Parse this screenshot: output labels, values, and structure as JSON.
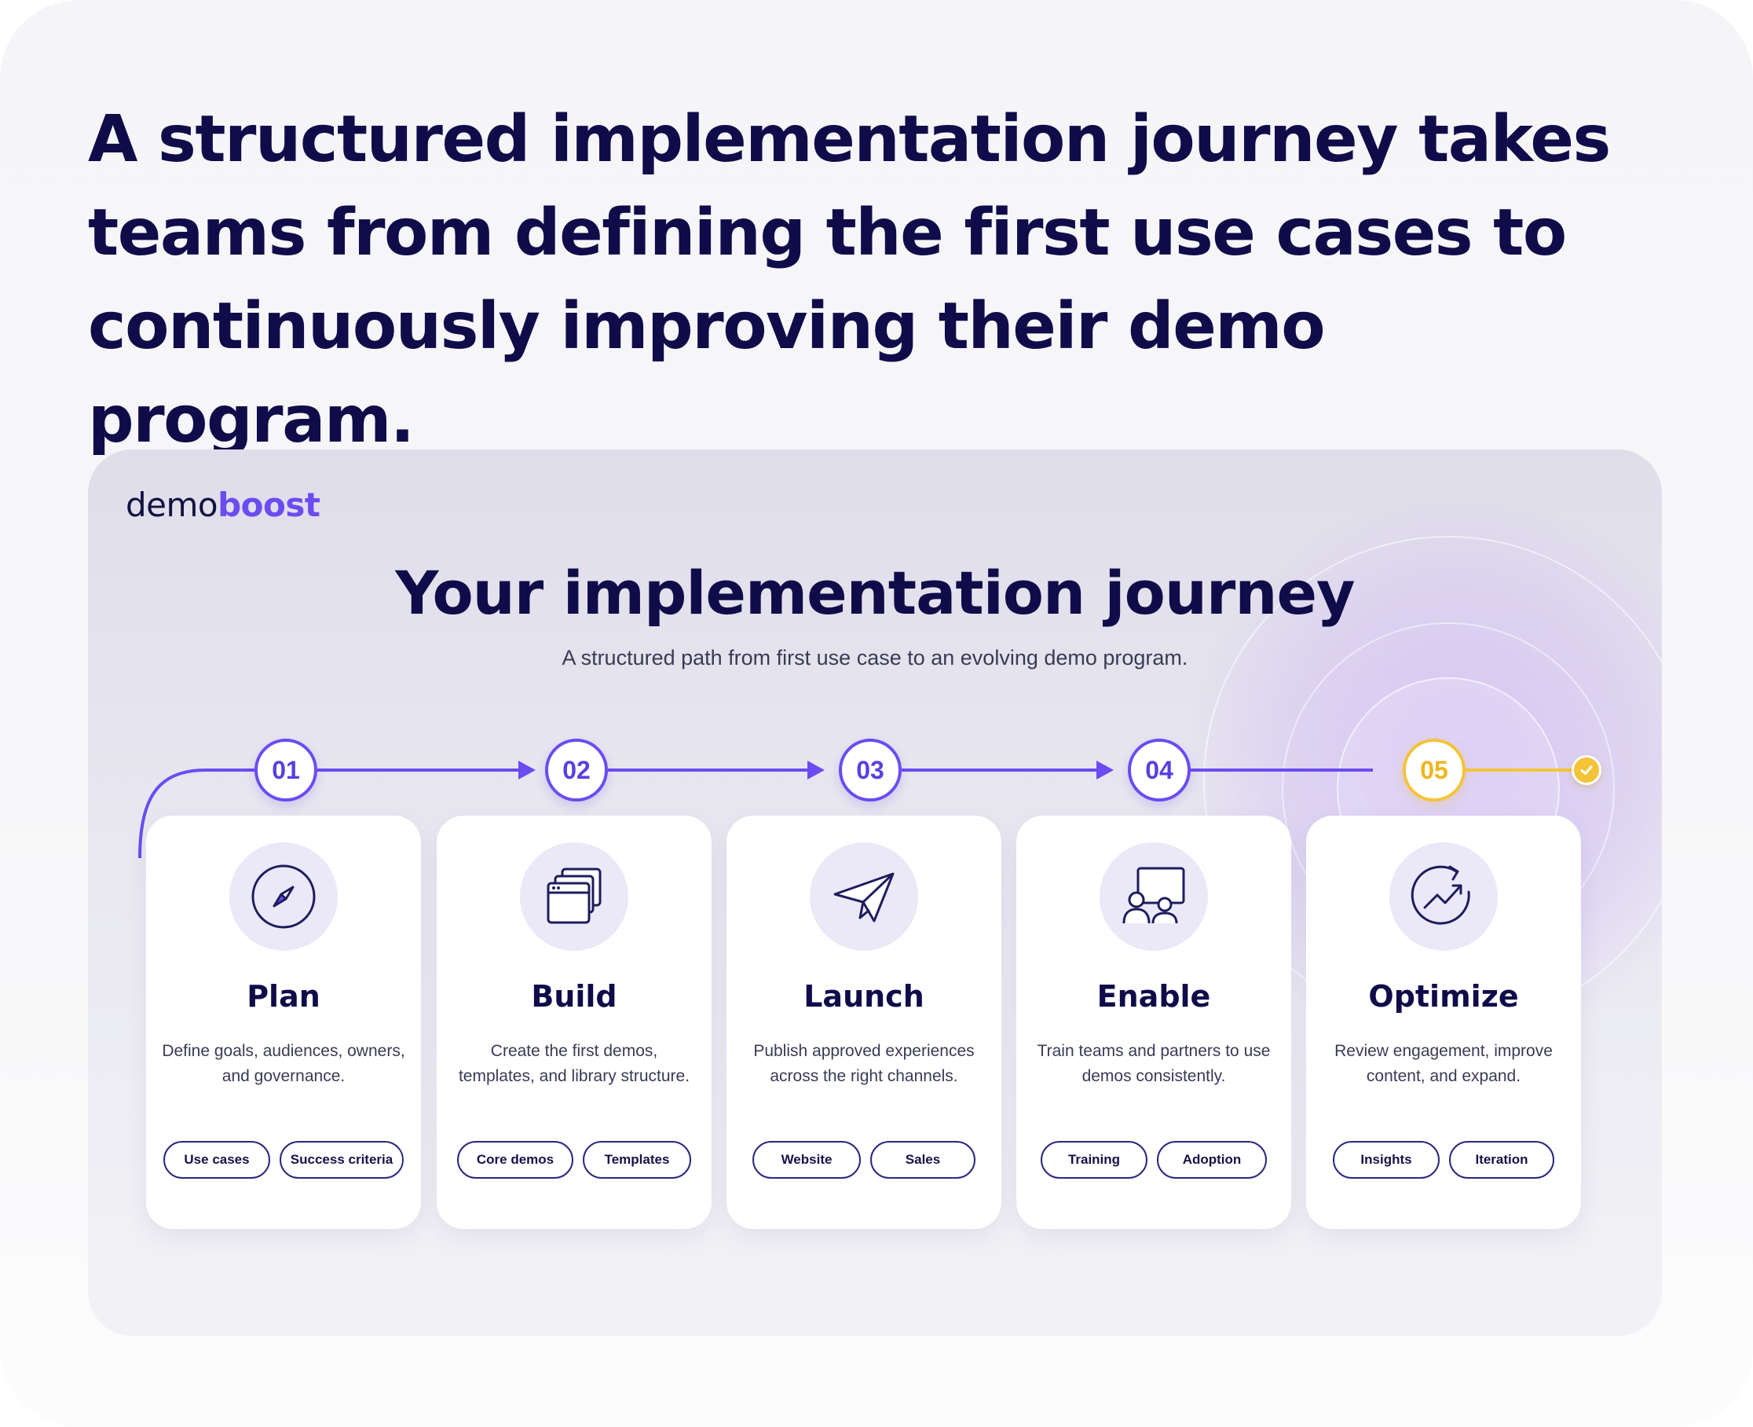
{
  "headline": "A structured implementation journey takes teams from defining the first use cases to continuously improving their demo program.",
  "panel": {
    "logo_part1": "demo",
    "logo_part2": "boost",
    "title": "Your implementation journey",
    "subtitle": "A structured path from first use case to an evolving demo program."
  },
  "colors": {
    "accent": "#6b4cf0",
    "navy": "#100c4a",
    "gold": "#f5c338"
  },
  "steps": [
    {
      "number": "01",
      "icon": "compass-icon",
      "title": "Plan",
      "description": "Define goals, audiences, owners, and governance.",
      "tags": [
        "Use cases",
        "Success criteria"
      ]
    },
    {
      "number": "02",
      "icon": "windows-stack-icon",
      "title": "Build",
      "description": "Create the first demos, templates, and library structure.",
      "tags": [
        "Core demos",
        "Templates"
      ]
    },
    {
      "number": "03",
      "icon": "paper-plane-icon",
      "title": "Launch",
      "description": "Publish approved experiences across the right channels.",
      "tags": [
        "Website",
        "Sales"
      ]
    },
    {
      "number": "04",
      "icon": "presentation-people-icon",
      "title": "Enable",
      "description": "Train teams and partners to use demos consistently.",
      "tags": [
        "Training",
        "Adoption"
      ]
    },
    {
      "number": "05",
      "icon": "growth-cycle-icon",
      "title": "Optimize",
      "description": "Review engagement, improve content, and expand.",
      "tags": [
        "Insights",
        "Iteration"
      ]
    }
  ]
}
